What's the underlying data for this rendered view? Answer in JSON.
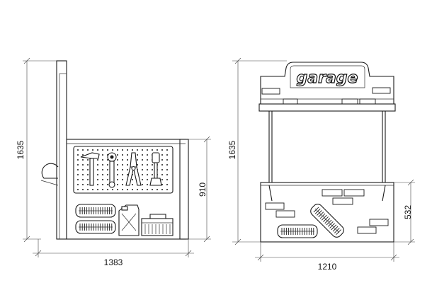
{
  "side_view": {
    "height_label": "1635",
    "counter_height_label": "910",
    "width_label": "1383"
  },
  "front_view": {
    "sign_text": "garage",
    "height_label": "1635",
    "lower_height_label": "532",
    "width_label": "1210"
  }
}
